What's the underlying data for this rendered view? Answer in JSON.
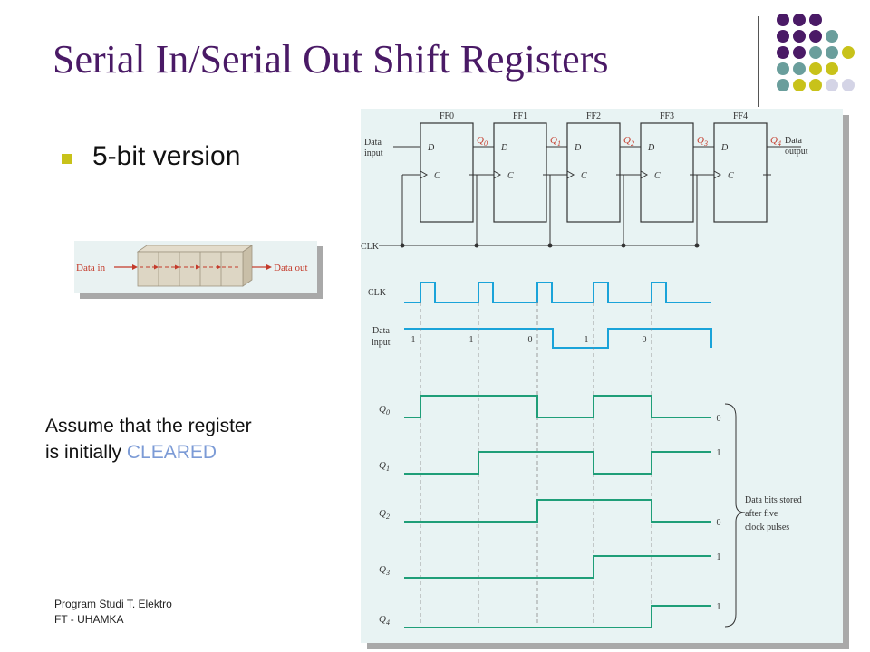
{
  "slide": {
    "title": "Serial In/Serial Out Shift Registers",
    "bullet": "5-bit version",
    "assume_line1": "Assume that the register",
    "assume_line2_prefix": "is initially ",
    "assume_line2_highlight": "CLEARED",
    "footer_line1": "Program Studi T. Elektro",
    "footer_line2": "FT - UHAMKA"
  },
  "block_diagram": {
    "data_in": "Data in",
    "data_out": "Data out"
  },
  "schematic": {
    "flipflops": [
      "FF0",
      "FF1",
      "FF2",
      "FF3",
      "FF4"
    ],
    "outputs": [
      "Q0",
      "Q1",
      "Q2",
      "Q3",
      "Q4"
    ],
    "d_label": "D",
    "c_label": "C",
    "data_input_line1": "Data",
    "data_input_line2": "input",
    "data_output_line1": "Data",
    "data_output_line2": "output",
    "clk": "CLK"
  },
  "timing": {
    "clk": "CLK",
    "data_input_line1": "Data",
    "data_input_line2": "input",
    "input_bits": [
      "1",
      "1",
      "0",
      "1",
      "0"
    ],
    "signals": [
      "Q0",
      "Q1",
      "Q2",
      "Q3",
      "Q4"
    ],
    "final_bits": [
      "0",
      "1",
      "0",
      "1",
      "1"
    ],
    "brace_line1": "Data bits stored",
    "brace_line2": "after five",
    "brace_line3": "clock pulses"
  },
  "colors": {
    "title": "#4a1a66",
    "bullet": "#c8c21a",
    "highlight": "#7c9bd6",
    "panel": "#e8f3f3",
    "waveform_clk": "#1aa3d9",
    "waveform_q": "#1f9e78",
    "dot_purple": "#4a1a66",
    "dot_teal": "#6a9e9c",
    "dot_olive": "#c8c21a",
    "dot_lavender": "#d4d4e6"
  }
}
